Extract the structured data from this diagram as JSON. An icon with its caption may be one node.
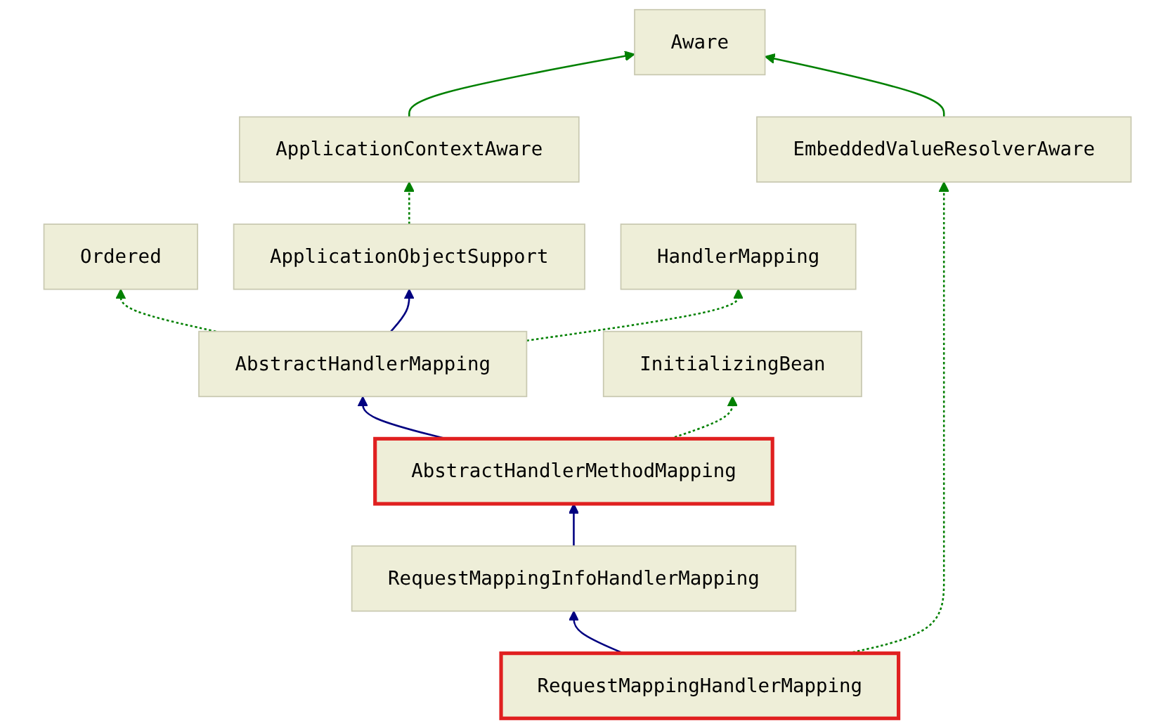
{
  "diagram": {
    "nodes": [
      {
        "text": [
          "Aware"
        ]
      },
      {
        "text": [
          "ApplicationContextAware"
        ]
      },
      {
        "text": [
          "EmbeddedValueResolverAware"
        ]
      },
      {
        "text": [
          "Ordered"
        ]
      },
      {
        "text": [
          "ApplicationObjectSupport"
        ]
      },
      {
        "text": [
          "HandlerMapping"
        ]
      },
      {
        "text": [
          "AbstractHandlerMapping"
        ]
      },
      {
        "text": [
          "InitializingBean"
        ]
      },
      {
        "text": [
          "AbstractHandlerMethodMapping"
        ]
      },
      {
        "text": [
          "RequestMappingInfoHandlerMapping"
        ]
      },
      {
        "text": [
          "RequestMappingHandlerMapping"
        ]
      }
    ],
    "edges": [
      {
        "from": 1,
        "to": 0,
        "arrow": "to"
      },
      {
        "from": 2,
        "to": 0,
        "arrow": "to"
      },
      {
        "from": 4,
        "to": 1,
        "arrow": "to",
        "style": "dashed"
      },
      {
        "from": 6,
        "to": 3,
        "arrow": "to",
        "style": "dashed"
      },
      {
        "from": 6,
        "to": 4,
        "arrow": "to",
        "color": "#000080"
      },
      {
        "from": 6,
        "to": 5,
        "arrow": "to",
        "style": "dashed"
      },
      {
        "from": 8,
        "to": 6,
        "arrow": "to",
        "color": "#000080"
      },
      {
        "from": 8,
        "to": 7,
        "arrow": "to",
        "style": "dashed"
      },
      {
        "from": 9,
        "to": 8,
        "arrow": "to",
        "color": "#000080"
      },
      {
        "from": 10,
        "to": 9,
        "arrow": "to",
        "color": "#000080"
      },
      {
        "from": 10,
        "to": 2,
        "arrow": "to",
        "style": "dashed"
      }
    ]
  }
}
